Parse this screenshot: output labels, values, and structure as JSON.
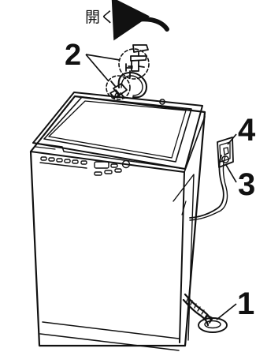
{
  "labels": {
    "open_text": "開く",
    "callout_1": "1",
    "callout_2": "2",
    "callout_3": "3",
    "callout_4": "4"
  },
  "colors": {
    "ink": "#111111",
    "paper": "#ffffff"
  },
  "icons": {
    "open_arrow": "curved-arrow-icon"
  }
}
